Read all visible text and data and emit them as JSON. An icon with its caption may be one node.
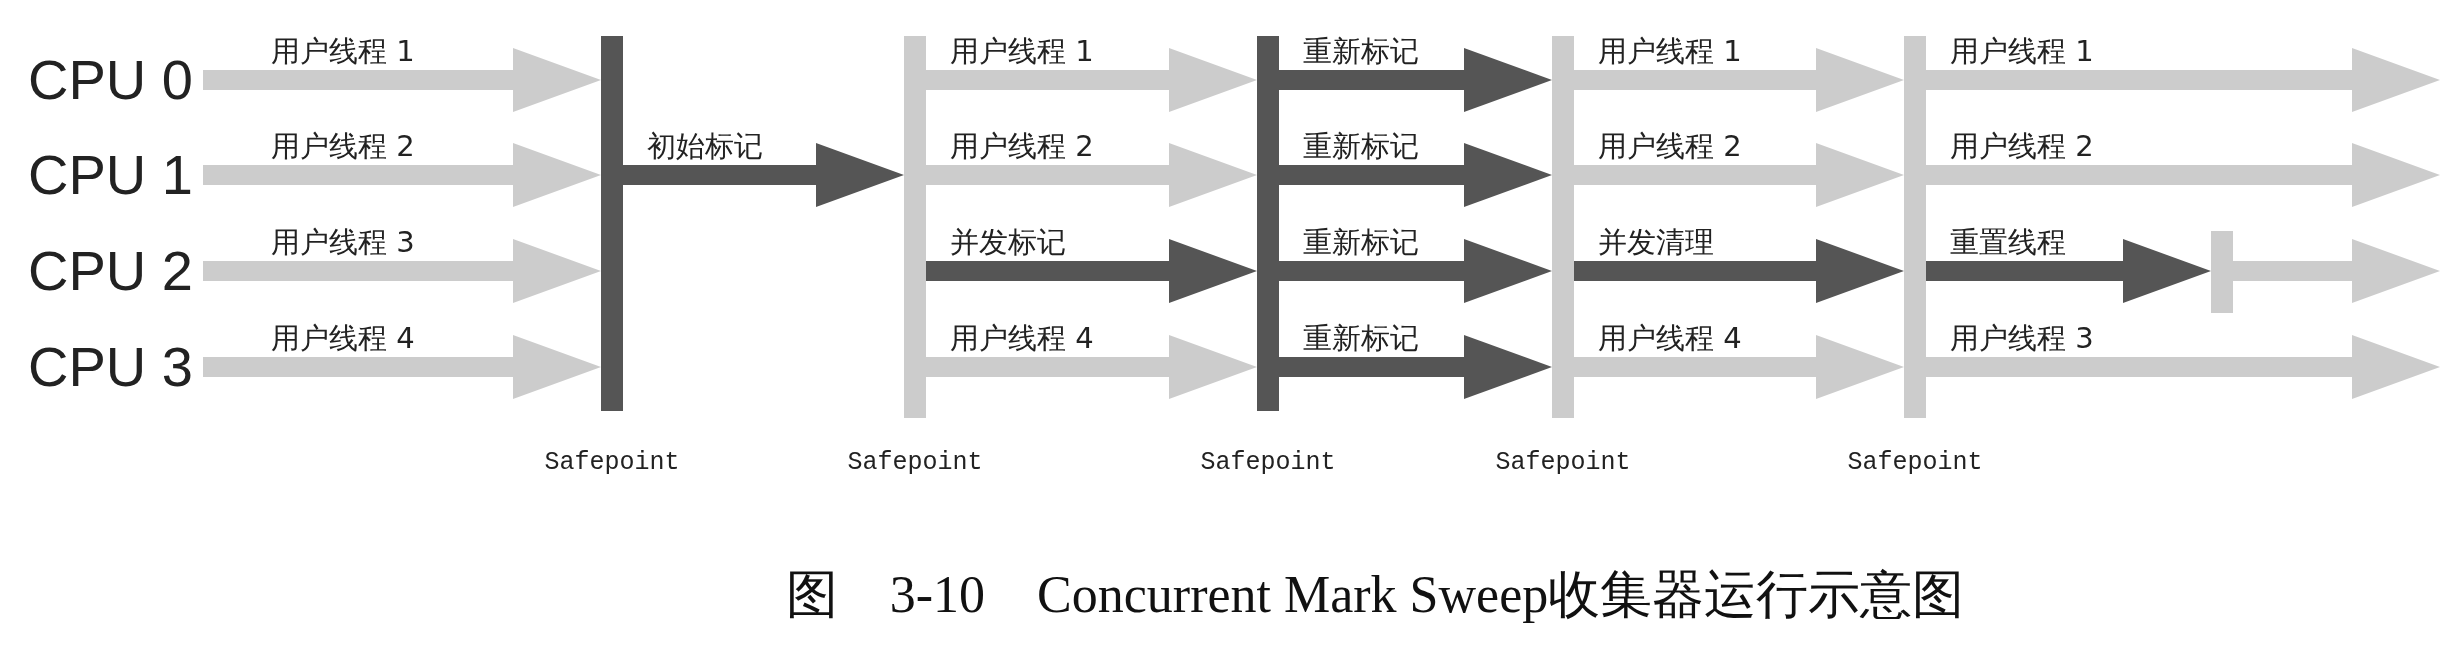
{
  "diagram": {
    "caption": "图　3-10　Concurrent Mark Sweep收集器运行示意图",
    "nodes": [
      {
        "text": [
          "CPU 0"
        ]
      },
      {
        "text": [
          "CPU 1"
        ]
      },
      {
        "text": [
          "CPU 2"
        ]
      },
      {
        "text": [
          "CPU 3"
        ]
      },
      {
        "text": [],
        "shape": "bar",
        "beside": [
          "Safepoint"
        ]
      },
      {
        "text": [],
        "shape": "bar",
        "beside": [
          "Safepoint"
        ]
      },
      {
        "text": [],
        "shape": "bar",
        "beside": [
          "Safepoint"
        ]
      },
      {
        "text": [],
        "shape": "bar",
        "beside": [
          "Safepoint"
        ]
      },
      {
        "text": [],
        "shape": "bar",
        "beside": [
          "Safepoint"
        ]
      },
      {
        "text": [],
        "shape": "bar"
      }
    ],
    "edges": [
      {
        "from": 0,
        "to": 4,
        "arrow": "to",
        "label": "用户线程 1"
      },
      {
        "from": 1,
        "to": 4,
        "arrow": "to",
        "label": "用户线程 2"
      },
      {
        "from": 2,
        "to": 4,
        "arrow": "to",
        "label": "用户线程 3"
      },
      {
        "from": 3,
        "to": 4,
        "arrow": "to",
        "label": "用户线程 4"
      },
      {
        "from": 4,
        "to": 5,
        "arrow": "to",
        "label": "初始标记",
        "color": "#555555"
      },
      {
        "from": 5,
        "to": 6,
        "arrow": "to",
        "label": "用户线程 1"
      },
      {
        "from": 5,
        "to": 6,
        "arrow": "to",
        "label": "用户线程 2"
      },
      {
        "from": 5,
        "to": 6,
        "arrow": "to",
        "label": "并发标记",
        "color": "#555555"
      },
      {
        "from": 5,
        "to": 6,
        "arrow": "to",
        "label": "用户线程 4"
      },
      {
        "from": 6,
        "to": 7,
        "arrow": "to",
        "label": "重新标记",
        "color": "#555555"
      },
      {
        "from": 6,
        "to": 7,
        "arrow": "to",
        "label": "重新标记",
        "color": "#555555"
      },
      {
        "from": 6,
        "to": 7,
        "arrow": "to",
        "label": "重新标记",
        "color": "#555555"
      },
      {
        "from": 6,
        "to": 7,
        "arrow": "to",
        "label": "重新标记",
        "color": "#555555"
      },
      {
        "from": 7,
        "to": 8,
        "arrow": "to",
        "label": "用户线程 1"
      },
      {
        "from": 7,
        "to": 8,
        "arrow": "to",
        "label": "用户线程 2"
      },
      {
        "from": 7,
        "to": 8,
        "arrow": "to",
        "label": "并发清理",
        "color": "#555555"
      },
      {
        "from": 7,
        "to": 8,
        "arrow": "to",
        "label": "用户线程 4"
      },
      {
        "from": 8,
        "to": null,
        "arrow": "to",
        "label": "用户线程 1"
      },
      {
        "from": 8,
        "to": null,
        "arrow": "to",
        "label": "用户线程 2"
      },
      {
        "from": 8,
        "to": 9,
        "arrow": "to",
        "label": "重置线程",
        "color": "#555555"
      },
      {
        "from": 9,
        "to": null,
        "arrow": "to"
      },
      {
        "from": 8,
        "to": null,
        "arrow": "to",
        "label": "用户线程 3"
      }
    ]
  }
}
